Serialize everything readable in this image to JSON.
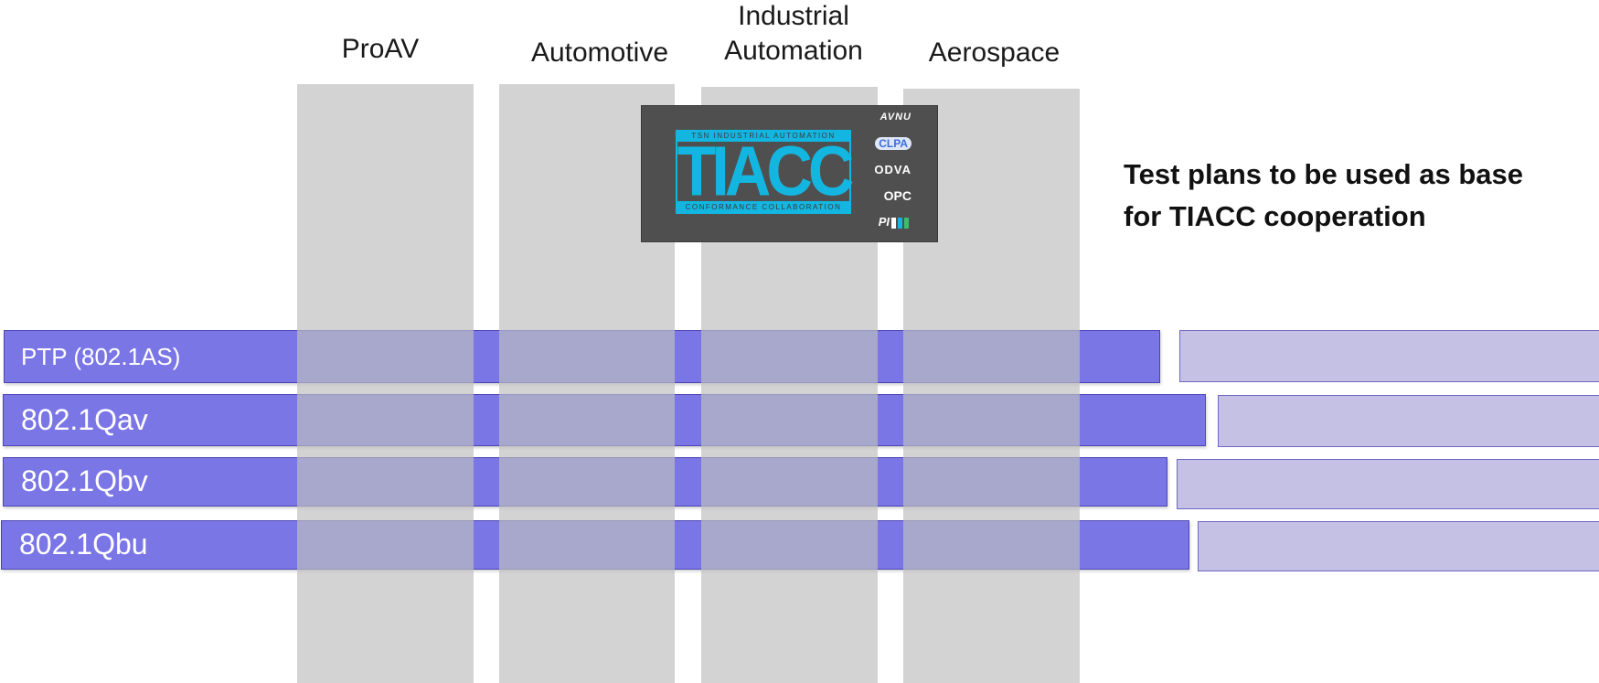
{
  "columns": [
    {
      "id": "proav",
      "label": "ProAV"
    },
    {
      "id": "automotive",
      "label": "Automotive"
    },
    {
      "id": "industrial",
      "label_line1": "Industrial",
      "label_line2": "Automation"
    },
    {
      "id": "aerospace",
      "label": "Aerospace"
    }
  ],
  "bars": [
    {
      "label": "PTP (802.1AS)"
    },
    {
      "label": "802.1Qav"
    },
    {
      "label": "802.1Qbv"
    },
    {
      "label": "802.1Qbu"
    }
  ],
  "logo": {
    "top_strip": "TSN  INDUSTRIAL  AUTOMATION",
    "wordmark": "TIACC",
    "bottom_strip": "CONFORMANCE  COLLABORATION",
    "partners": [
      "AVNU",
      "CLPA",
      "ODVA",
      "OPC",
      "PI"
    ]
  },
  "note": {
    "line1": "Test plans to be used as base",
    "line2": "for TIACC cooperation"
  },
  "colors": {
    "bar_fill": "#7b76e6",
    "bar_extension_fill": "#c4c1e4",
    "column_fill": "#bebec0",
    "logo_background": "#4f4f4f",
    "logo_accent": "#13b6e0"
  }
}
